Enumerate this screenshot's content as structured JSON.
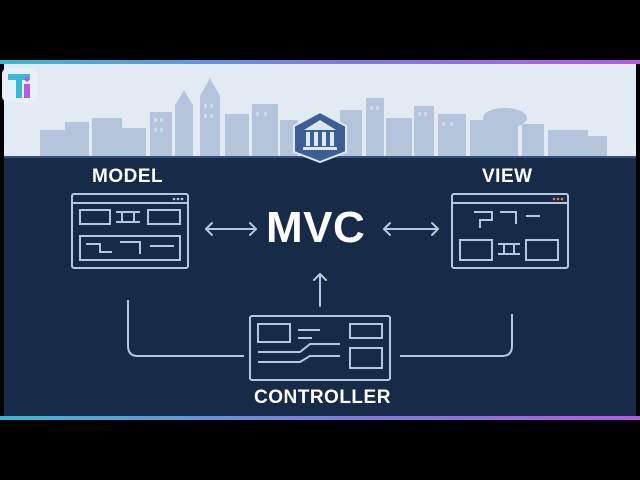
{
  "title": "MVC",
  "nodes": {
    "model": "MODEL",
    "view": "VIEW",
    "controller": "CONTROLLER"
  },
  "logo": {
    "letters": "Ti",
    "icon": "brand-logo-icon"
  },
  "icons": {
    "skyline": "city-skyline-icon",
    "building": "classical-building-icon",
    "model_window": "model-window-icon",
    "view_window": "view-window-icon",
    "controller_window": "controller-window-icon"
  },
  "colors": {
    "sky": "#dfe8f2",
    "skyline": "#a9bcd6",
    "panel": "#172a47",
    "line": "#b8c8dc",
    "text": "#ffffff",
    "accent_cyan": "#3bb8d6",
    "accent_purple": "#b45ae6"
  }
}
